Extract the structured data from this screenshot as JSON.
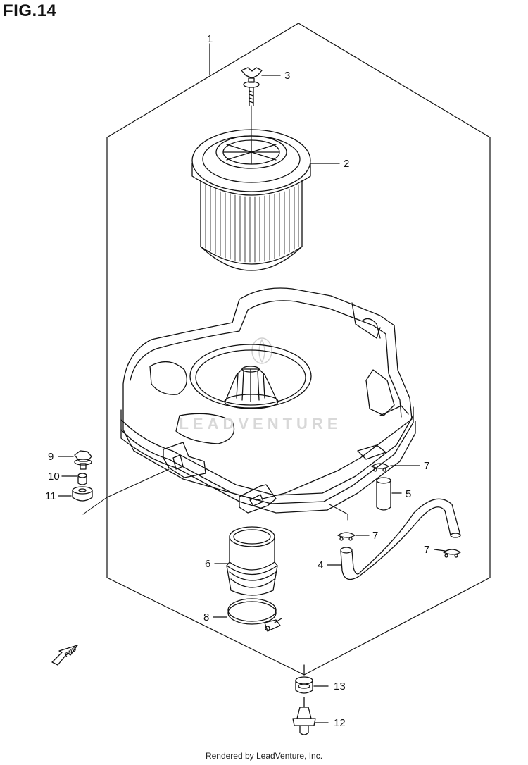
{
  "figure": {
    "title": "FIG.14",
    "footer": "Rendered by LeadVenture, Inc.",
    "watermark": "LEADVENTURE",
    "fwd_label": "FWD"
  },
  "callouts": [
    {
      "id": "1",
      "part": "air-cleaner-assembly"
    },
    {
      "id": "2",
      "part": "air-filter-element"
    },
    {
      "id": "3",
      "part": "wing-bolt"
    },
    {
      "id": "4",
      "part": "drain-hose"
    },
    {
      "id": "5",
      "part": "short-hose"
    },
    {
      "id": "6",
      "part": "intake-joint"
    },
    {
      "id": "7",
      "part": "clip"
    },
    {
      "id": "8",
      "part": "clamp"
    },
    {
      "id": "9",
      "part": "bolt"
    },
    {
      "id": "10",
      "part": "collar"
    },
    {
      "id": "11",
      "part": "cushion"
    },
    {
      "id": "12",
      "part": "drain-plug"
    },
    {
      "id": "13",
      "part": "grommet"
    }
  ],
  "colors": {
    "line": "#111111",
    "watermark": "#cfcfcf",
    "background": "#ffffff"
  }
}
